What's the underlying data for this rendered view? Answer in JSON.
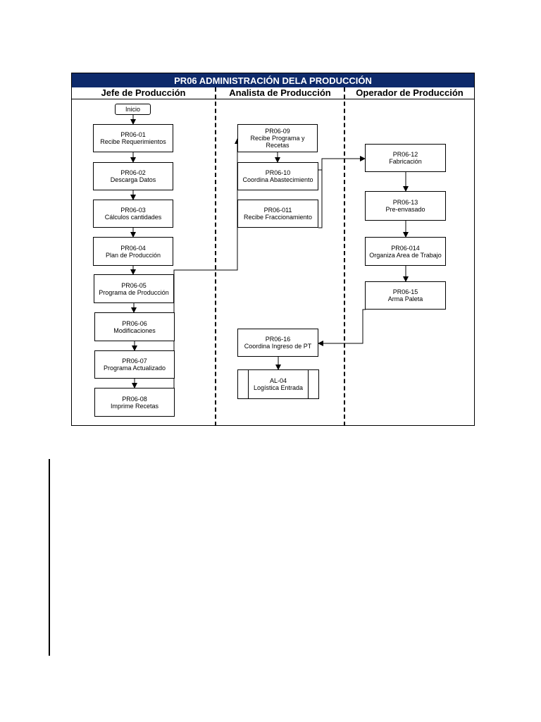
{
  "diagram": {
    "title": "PR06 ADMINISTRACIÓN DELA PRODUCCIÓN",
    "title_bar_color": "#0e2a6b",
    "lanes": [
      {
        "id": "jefe",
        "label": "Jefe de Producción"
      },
      {
        "id": "analista",
        "label": "Analista de Producción"
      },
      {
        "id": "operador",
        "label": "Operador de Producción"
      }
    ],
    "start": {
      "label": "Inicio"
    },
    "nodes": [
      {
        "id": "pr06-01",
        "lane": "jefe",
        "code": "PR06-01",
        "name": "Recibe Requerimientos"
      },
      {
        "id": "pr06-02",
        "lane": "jefe",
        "code": "PR06-02",
        "name": "Descarga Datos"
      },
      {
        "id": "pr06-03",
        "lane": "jefe",
        "code": "PR06-03",
        "name": "Cálculos cantidades"
      },
      {
        "id": "pr06-04",
        "lane": "jefe",
        "code": "PR06-04",
        "name": "Plan de Producción"
      },
      {
        "id": "pr06-05",
        "lane": "jefe",
        "code": "PR06-05",
        "name": "Programa de Producción"
      },
      {
        "id": "pr06-06",
        "lane": "jefe",
        "code": "PR06-06",
        "name": "Modificaciones"
      },
      {
        "id": "pr06-07",
        "lane": "jefe",
        "code": "PR06-07",
        "name": "Programa Actualizado"
      },
      {
        "id": "pr06-08",
        "lane": "jefe",
        "code": "PR06-08",
        "name": "Imprime Recetas"
      },
      {
        "id": "pr06-09",
        "lane": "analista",
        "code": "PR06-09",
        "name": "Recibe Programa y",
        "name2": "Recetas"
      },
      {
        "id": "pr06-10",
        "lane": "analista",
        "code": "PR06-10",
        "name": "Coordina Abastecimiento"
      },
      {
        "id": "pr06-011",
        "lane": "analista",
        "code": "PR06-011",
        "name": "Recibe Fraccionamiento"
      },
      {
        "id": "pr06-16",
        "lane": "analista",
        "code": "PR06-16",
        "name": "Coordina Ingreso de PT"
      },
      {
        "id": "al-04",
        "lane": "analista",
        "code": "AL-04",
        "name": "Logística Entrada",
        "type": "subprocess"
      },
      {
        "id": "pr06-12",
        "lane": "operador",
        "code": "PR06-12",
        "name": "Fabricación"
      },
      {
        "id": "pr06-13",
        "lane": "operador",
        "code": "PR06-13",
        "name": "Pre-envasado"
      },
      {
        "id": "pr06-014",
        "lane": "operador",
        "code": "PR06-014",
        "name": "Organiza Area de Trabajo"
      },
      {
        "id": "pr06-15",
        "lane": "operador",
        "code": "PR06-15",
        "name": "Arma Paleta"
      }
    ],
    "edges": [
      [
        "start",
        "pr06-01"
      ],
      [
        "pr06-01",
        "pr06-02"
      ],
      [
        "pr06-02",
        "pr06-03"
      ],
      [
        "pr06-03",
        "pr06-04"
      ],
      [
        "pr06-04",
        "pr06-05"
      ],
      [
        "pr06-05",
        "pr06-06"
      ],
      [
        "pr06-06",
        "pr06-07"
      ],
      [
        "pr06-07",
        "pr06-08"
      ],
      [
        "pr06-05",
        "pr06-09"
      ],
      [
        "pr06-09",
        "pr06-10"
      ],
      [
        "pr06-011",
        "pr06-12"
      ],
      [
        "pr06-12",
        "pr06-13"
      ],
      [
        "pr06-13",
        "pr06-014"
      ],
      [
        "pr06-014",
        "pr06-15"
      ],
      [
        "pr06-15",
        "pr06-16"
      ],
      [
        "pr06-16",
        "al-04"
      ]
    ]
  }
}
